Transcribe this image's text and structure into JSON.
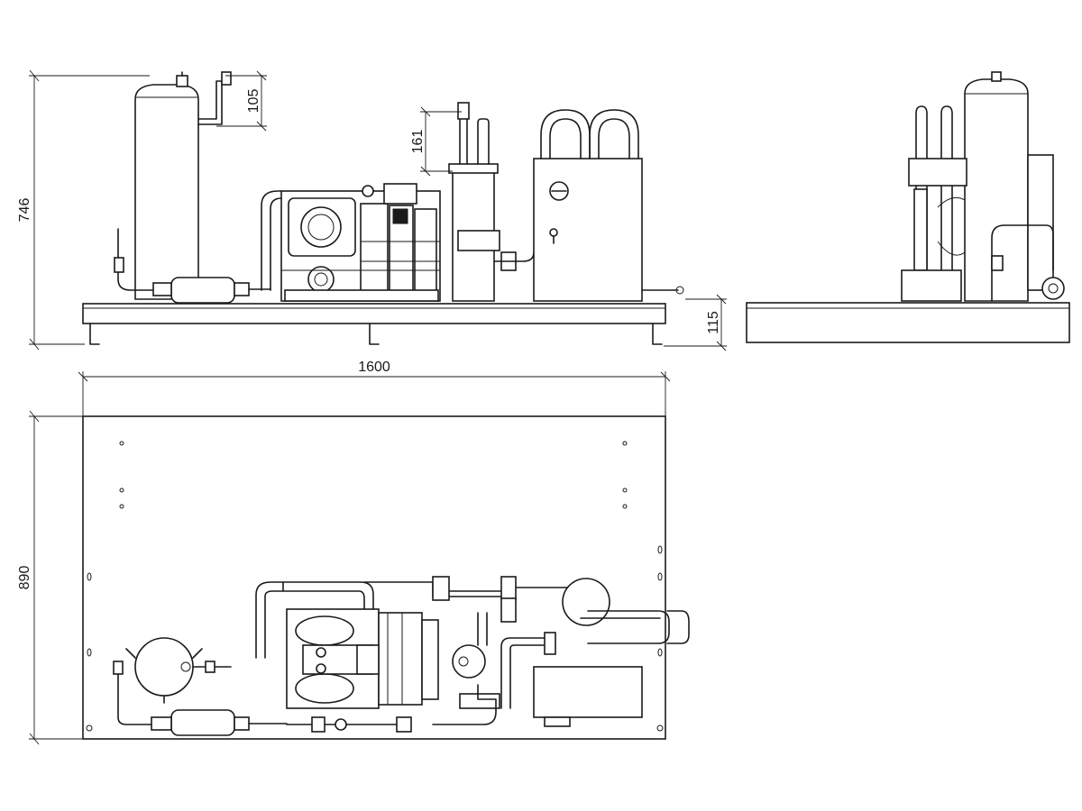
{
  "dimensions": {
    "total_height": "746",
    "top_fitting": "105",
    "receiver_top": "161",
    "frame_height": "115",
    "total_length": "1600",
    "total_depth": "890"
  },
  "colors": {
    "line": "#1a1a1a",
    "background": "#ffffff"
  }
}
